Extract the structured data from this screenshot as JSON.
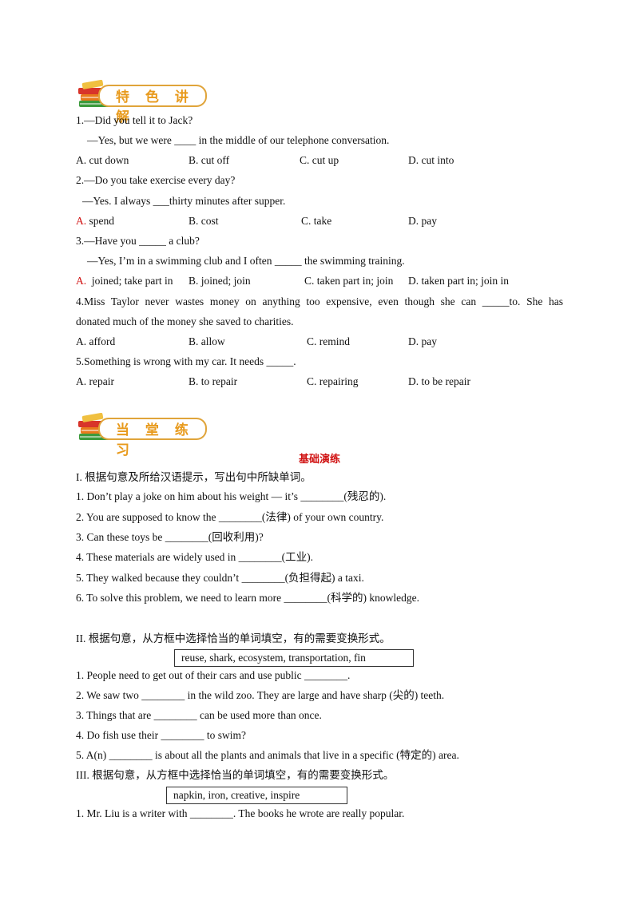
{
  "section1": {
    "title": "特 色 讲 解"
  },
  "section2": {
    "title": "当 堂 练 习"
  },
  "q1": {
    "line1": "1.—Did you tell it to Jack?",
    "line2": "—Yes, but we were ____ in the middle of our telephone conversation.",
    "a": "A. cut down",
    "b": "B. cut off",
    "c": "C. cut up",
    "d": "D. cut into"
  },
  "q2": {
    "line1": "2.—Do you take exercise every day?",
    "line2": "—Yes. I always ___thirty minutes after supper.",
    "a_letter": "A.",
    "a": " spend",
    "b": "B. cost",
    "c": "C. take",
    "d": "D. pay"
  },
  "q3": {
    "line1": "3.—Have you _____ a club?",
    "line2": "—Yes, I’m in a swimming club and I often _____ the swimming training.",
    "a_letter": "A.",
    "a": "  joined; take part in",
    "b": "B. joined; join",
    "c": "C. taken part in; join",
    "d": "D. taken part in; join in"
  },
  "q4": {
    "line1": "4.Miss Taylor never wastes money on anything too expensive, even though she can _____to. She has",
    "line2": "donated much of the money she saved to charities.",
    "a": "A. afford",
    "b": "B. allow",
    "c": "C. remind",
    "d": "D. pay"
  },
  "q5": {
    "line1": "5.Something is wrong with my car. It needs _____.",
    "a": "A. repair",
    "b": "B. to repair",
    "c": "C. repairing",
    "d": "D. to be repair"
  },
  "practice": {
    "subtitle": "基础演练",
    "partI": {
      "heading": "I.  根据句意及所给汉语提示，写出句中所缺单词。",
      "items": [
        "1.  Don’t play a joke on him about his weight — it’s ________(残忍的).",
        "2.  You are supposed to know the ________(法律) of your own country.",
        "3.  Can these toys be ________(回收利用)?",
        "4.  These materials are widely used in ________(工业).",
        "5. They  walked because they couldn’t ________(负担得起) a taxi.",
        "6. To solve  this problem, we need to learn more ________(科学的) knowledge."
      ]
    },
    "partII": {
      "heading": "II.  根据句意，从方框中选择恰当的单词填空，有的需要变换形式。",
      "box": "reuse, shark, ecosystem, transportation, fin",
      "items": [
        "1. People need to get out of their cars and use public ________.",
        "2. We saw two ________ in the wild zoo. They are large and have sharp (尖的) teeth.",
        "3. Things that are ________ can be used more than once.",
        "4. Do fish use their ________ to swim?",
        "5. A(n) ________ is about all the plants and animals that live in a specific (特定的) area."
      ]
    },
    "partIII": {
      "heading": "III.  根据句意，从方框中选择恰当的单词填空，有的需要变换形式。",
      "box": "napkin, iron, creative, inspire",
      "items": [
        "1. Mr. Liu  is a writer with ________. The books he wrote are really popular."
      ]
    }
  }
}
